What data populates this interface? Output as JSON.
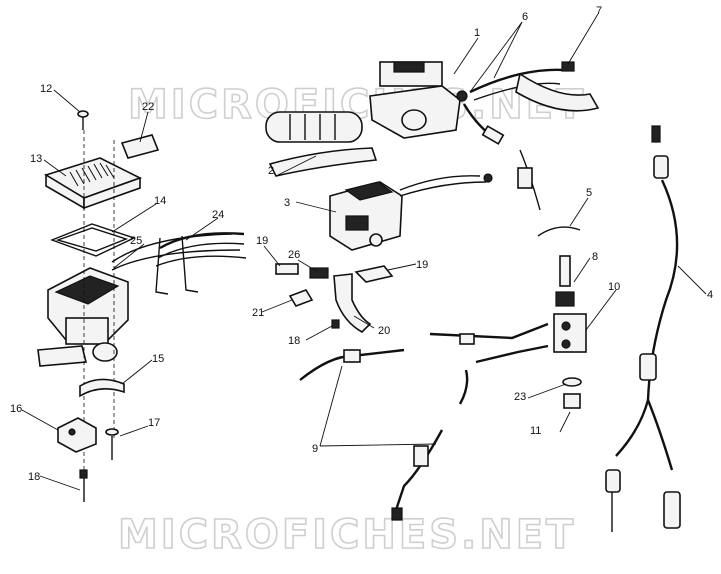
{
  "watermarks": [
    "MICROFICHES.NET",
    "MICROFICHES.NET"
  ],
  "callouts": [
    "1",
    "2",
    "3",
    "4",
    "5",
    "6",
    "7",
    "8",
    "9",
    "10",
    "11",
    "12",
    "13",
    "14",
    "15",
    "16",
    "17",
    "18",
    "18",
    "19",
    "19",
    "20",
    "21",
    "22",
    "23",
    "24",
    "25",
    "26"
  ]
}
